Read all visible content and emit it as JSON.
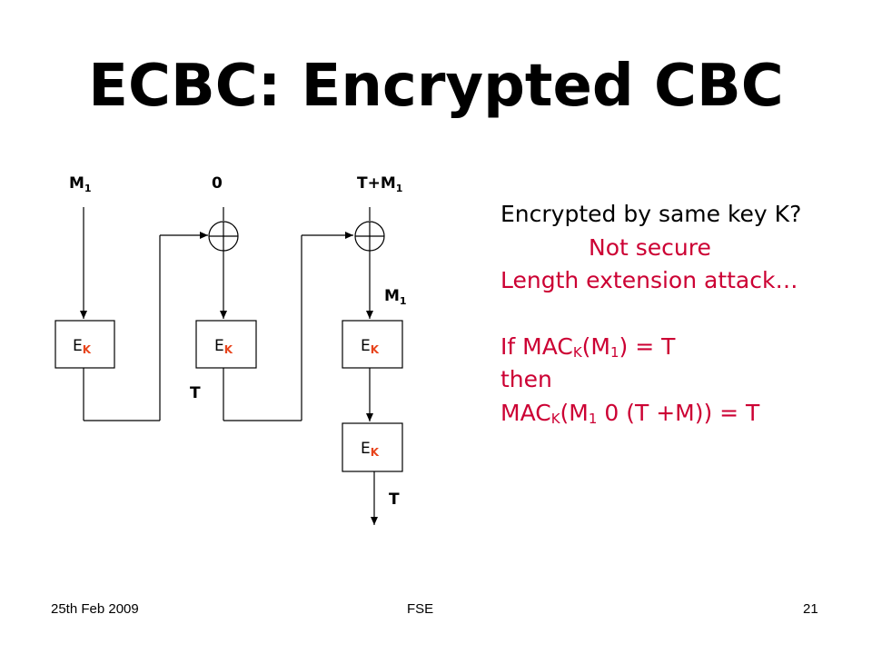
{
  "title": "ECBC: Encrypted CBC",
  "diagram": {
    "input_m1": {
      "base": "M",
      "sub": "1"
    },
    "input_zero": "0",
    "input_tm1": {
      "base": "T+M",
      "sub": "1"
    },
    "mid_m1": {
      "base": "M",
      "sub": "1"
    },
    "box_label": {
      "base": "E",
      "sub": "K"
    },
    "tag_mid": "T",
    "tag_out": "T"
  },
  "notes": {
    "line1": "Encrypted by same key K?",
    "line2": "Not secure",
    "line3": "Length extension attack…",
    "line4_pre": "If MAC",
    "line4_sub1": "K",
    "line4_mid": "(M",
    "line4_sub2": "1",
    "line4_post": ") = T",
    "line5": "then",
    "line6_pre": "MAC",
    "line6_sub1": "K",
    "line6_mid": "(M",
    "line6_sub2": "1",
    "line6_post": " 0 (T +M)) = T"
  },
  "footer": {
    "date": "25th Feb 2009",
    "center": "FSE",
    "page": "21"
  },
  "colors": {
    "text": "#000000",
    "accent_red": "#cc0033",
    "box_sub_red": "#e8441c"
  }
}
